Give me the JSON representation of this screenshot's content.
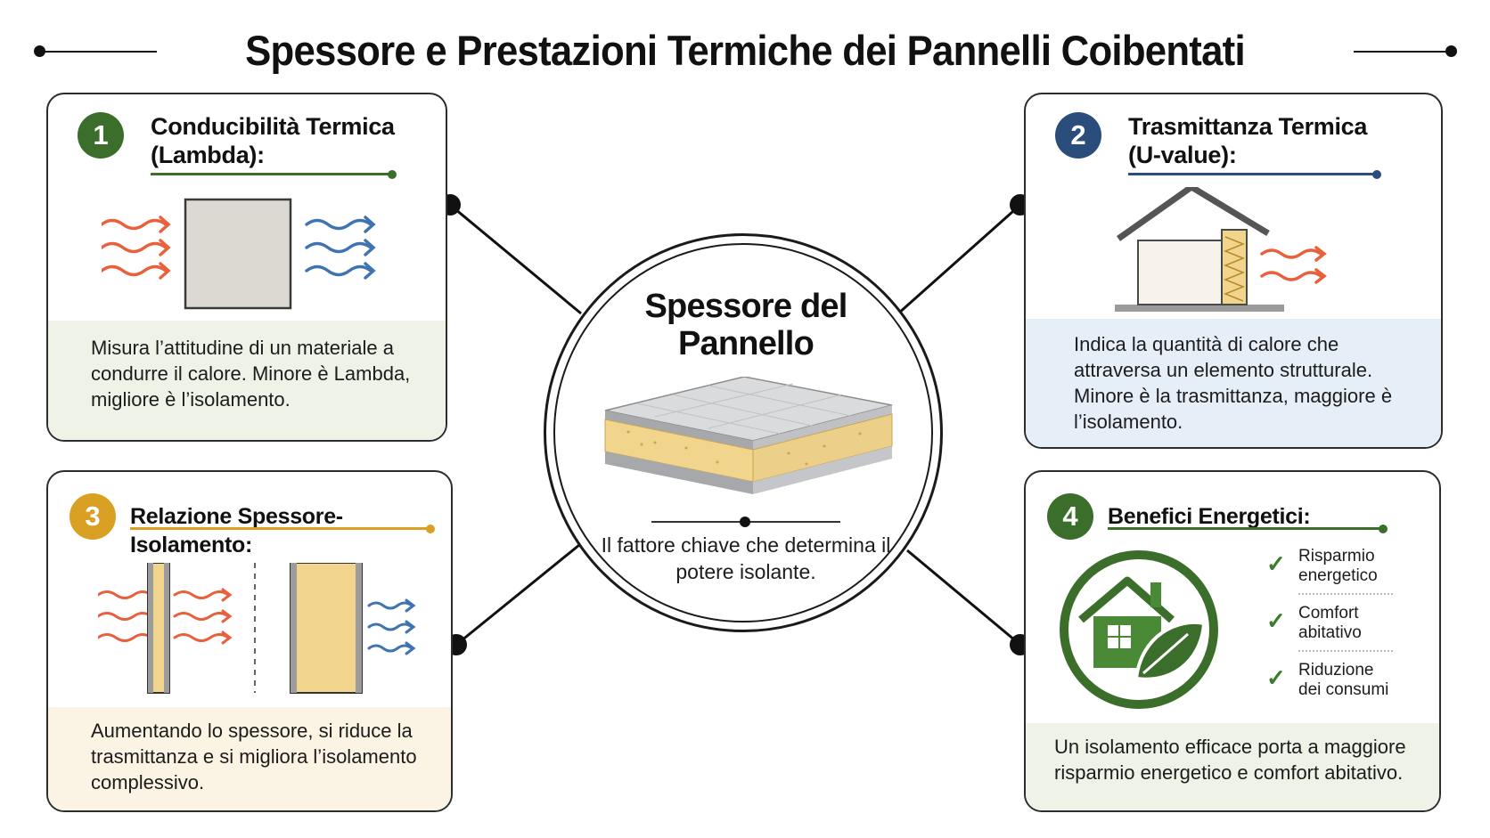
{
  "title": "Spessore e Prestazioni Termiche dei Pannelli Coibentati",
  "center": {
    "title_line1": "Spessore del",
    "title_line2": "Pannello",
    "subtitle": "Il fattore chiave che determina il potere isolante."
  },
  "cards": [
    {
      "number": "1",
      "title_line1": "Conducibilità Termica",
      "title_line2": "(Lambda):",
      "description": "Misura l’attitudine di un materiale a condurre il calore. Minore è Lambda, migliore è l’isolamento.",
      "accent": "#3b6e2b",
      "icon": "panel-heat-flow-icon"
    },
    {
      "number": "2",
      "title_line1": "Trasmittanza Termica",
      "title_line2": "(U-value):",
      "description": "Indica la quantità di calore che attraversa un elemento strutturale. Minore è la trasmittanza, maggiore è l’isolamento.",
      "accent": "#2a4d7c",
      "icon": "insulated-house-icon"
    },
    {
      "number": "3",
      "title_line1": "Relazione Spessore-Isolamento:",
      "title_line2": "",
      "description": "Aumentando lo spessore, si riduce la trasmittanza e si migliora l’isolamento complessivo.",
      "accent": "#d9a024",
      "icon": "thin-vs-thick-panel-icon"
    },
    {
      "number": "4",
      "title_line1": "Benefici Energetici:",
      "title_line2": "",
      "description": "Un isolamento efficace porta a maggiore risparmio energetico e comfort abitativo.",
      "accent": "#3b6e2b",
      "icon": "eco-house-leaf-icon",
      "benefits": [
        {
          "line1": "Risparmio",
          "line2": "energetico"
        },
        {
          "line1": "Comfort",
          "line2": "abitativo"
        },
        {
          "line1": "Riduzione",
          "line2": "dei consumi"
        }
      ]
    }
  ],
  "colors": {
    "heat": "#e8603c",
    "cold": "#3f73b1",
    "insulation": "#f1d58c",
    "green": "#3b6e2b",
    "blue": "#2a4d7c",
    "gold": "#d9a024"
  }
}
